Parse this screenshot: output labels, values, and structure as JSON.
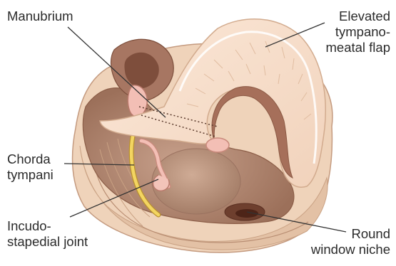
{
  "labels": {
    "manubrium": {
      "lines": [
        "Manubrium"
      ]
    },
    "elevated_flap": {
      "lines": [
        "Elevated",
        "tympano-",
        "meatal flap"
      ]
    },
    "chorda_tympani": {
      "lines": [
        "Chorda",
        "tympani"
      ]
    },
    "incudostapedial_joint": {
      "lines": [
        "Incudo-",
        "stapedial joint"
      ]
    },
    "round_window_niche": {
      "lines": [
        "Round",
        "window niche"
      ]
    }
  },
  "colors": {
    "canal_outer": "#efd3ba",
    "canal_inner": "#dcb597",
    "cavity": "#c9a28c",
    "cavity_dark": "#8c5a45",
    "promontory": "#b8927c",
    "flap": "#f8e0cc",
    "flap_edge": "#d9b497",
    "chorda": "#f0cf57",
    "ossicle": "#f3bfb5",
    "leader_line": "#333333"
  }
}
